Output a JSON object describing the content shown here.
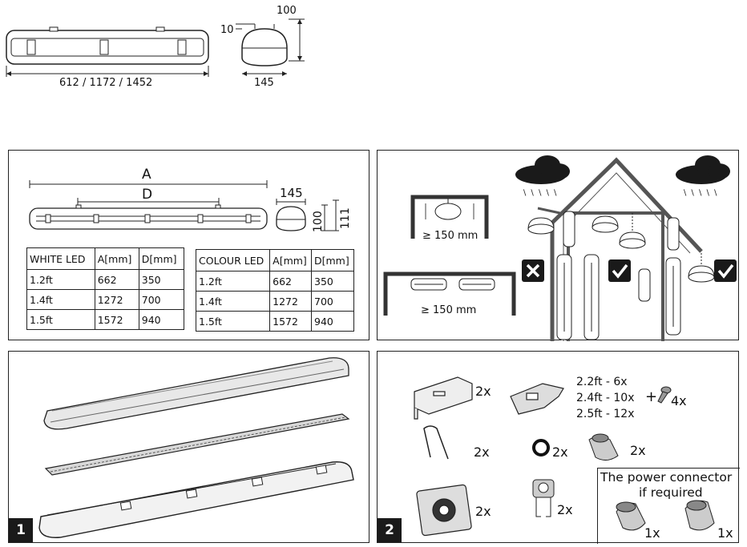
{
  "top_drawing": {
    "length_label": "612 / 1172 / 1452",
    "width_label": "145",
    "height_label": "100",
    "offset_label": "10"
  },
  "panel_dimensions": {
    "dim_a": "A",
    "dim_d": "D",
    "width_label": "145",
    "height_label_1": "100",
    "height_label_2": "111",
    "white_table": {
      "headers": [
        "WHITE LED",
        "A[mm]",
        "D[mm]"
      ],
      "rows": [
        [
          "1.2ft",
          "662",
          "350"
        ],
        [
          "1.4ft",
          "1272",
          "700"
        ],
        [
          "1.5ft",
          "1572",
          "940"
        ]
      ]
    },
    "colour_table": {
      "headers": [
        "COLOUR LED",
        "A[mm]",
        "D[mm]"
      ],
      "rows": [
        [
          "1.2ft",
          "662",
          "350"
        ],
        [
          "1.4ft",
          "1272",
          "700"
        ],
        [
          "1.5ft",
          "1572",
          "940"
        ]
      ]
    }
  },
  "panel_mounting": {
    "clearance_label_top": "≥ 150 mm",
    "clearance_label_bottom": "≥ 150 mm"
  },
  "panel_1": {
    "number": "1"
  },
  "panel_2": {
    "number": "2",
    "bracket_qty": "2x",
    "clip_lines": [
      "2.2ft - 6x",
      "2.4ft - 10x",
      "2.5ft - 12x"
    ],
    "plus": "+",
    "screw_qty": "4x",
    "spring_qty": "2x",
    "oring_qty": "2x",
    "gland_qty": "2x",
    "plate_qty": "2x",
    "hook_qty": "2x",
    "connector_title": "The power connector",
    "connector_subtitle": "if required",
    "connector_qty_1": "1x",
    "connector_qty_2": "1x"
  }
}
